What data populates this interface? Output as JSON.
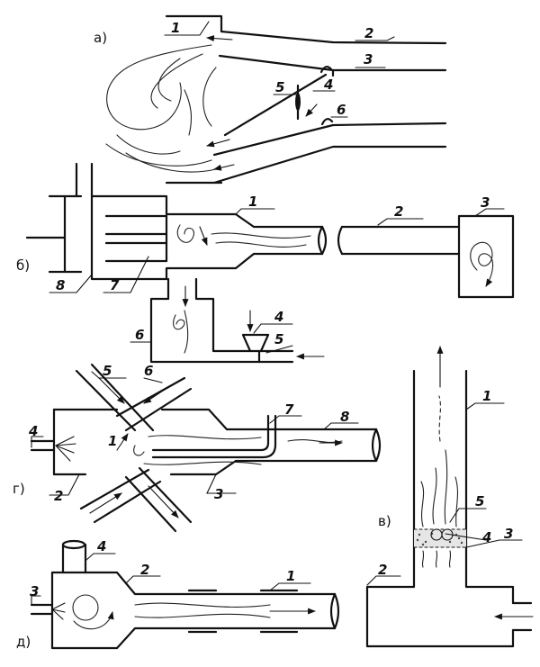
{
  "panels": {
    "a": {
      "label": "а)",
      "callouts": [
        "1",
        "2",
        "3",
        "4",
        "5",
        "6"
      ]
    },
    "b": {
      "label": "б)",
      "callouts": [
        "1",
        "2",
        "3",
        "4",
        "5",
        "6",
        "7",
        "8"
      ]
    },
    "v": {
      "label": "в)",
      "callouts": [
        "1",
        "2",
        "3",
        "4",
        "5"
      ]
    },
    "g": {
      "label": "г)",
      "callouts": [
        "1",
        "2",
        "3",
        "4",
        "5",
        "6",
        "7",
        "8"
      ]
    },
    "d": {
      "label": "д)",
      "callouts": [
        "1",
        "2",
        "3",
        "4"
      ]
    }
  }
}
